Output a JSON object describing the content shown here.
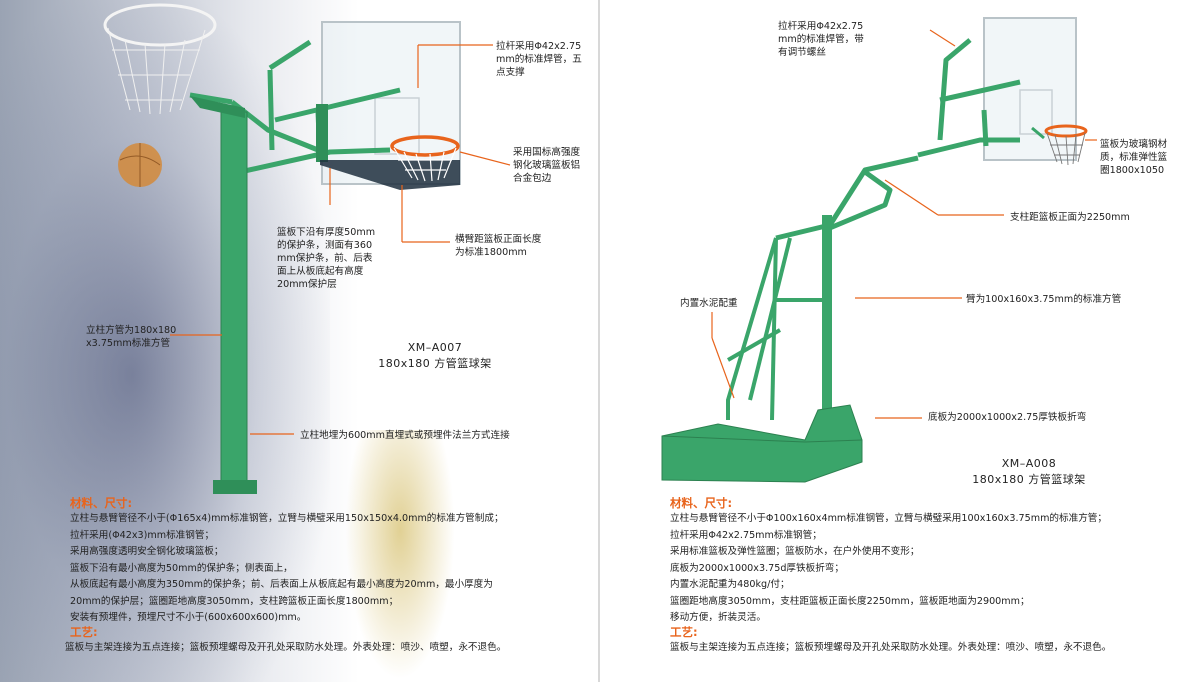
{
  "left": {
    "callouts": {
      "pull_rod": "拉杆采用Φ42x2.75\nmm的标准焊管，五\n点支撑",
      "glass": "采用国标高强度\n钢化玻璃篮板铝\n合金包边",
      "protect": "篮板下沿有厚度50mm\n的保护条，测面有360\nmm保护条，前、后表\n面上从板底起有高度\n20mm保护层",
      "arm": "横臂距篮板正面长度\n为标准1800mm",
      "post": "立柱方管为180x180\nx3.75mm标准方管",
      "embed": "立柱地埋为600mm直埋式或预埋件法兰方式连接"
    },
    "model": {
      "code": "XM–A007",
      "name": "180x180 方管篮球架"
    },
    "materials_title": "材料、尺寸:",
    "materials": [
      "立柱与悬臂管径不小于(Φ165x4)mm标准钢管，立臂与横璧采用150x150x4.0mm的标准方管制成；",
      "拉杆采用(Φ42x3)mm标准钢管；",
      "采用高强度透明安全钢化玻璃篮板；",
      "篮板下沿有最小高度为50mm的保护条；侧表面上，",
      "从板底起有最小高度为350mm的保护条；前、后表面上从板底起有最小高度为20mm，最小厚度为",
      "20mm的保护层；篮圈距地高度3050mm，支柱跨篮板正面长度1800mm；",
      "安装有预埋件，预埋尺寸不小于(600x600x600)mm。"
    ],
    "process_title": "工艺:",
    "process": [
      "篮板与主架连接为五点连接；篮板预埋螺母及开孔处采取防水处理。外表处理：喷沙、喷塑，永不退色。"
    ]
  },
  "right": {
    "callouts": {
      "pull_rod": "拉杆采用Φ42x2.75\nmm的标准焊管，带\n有调节螺丝",
      "board": "篮板为玻璃钢材\n质，标准弹性篮\n圈1800x1050",
      "post_distance": "支柱距篮板正面为2250mm",
      "counterweight": "内置水泥配重",
      "arm": "臂为100x160x3.75mm的标准方管",
      "base": "底板为2000x1000x2.75厚铁板折弯"
    },
    "model": {
      "code": "XM–A008",
      "name": "180x180 方管篮球架"
    },
    "materials_title": "材料、尺寸:",
    "materials": [
      "立柱与悬臂管径不小于Φ100x160x4mm标准钢管，立臂与横璧采用100x160x3.75mm的标准方管；",
      "拉杆采用Φ42x2.75mm标准钢管；",
      "采用标准篮板及弹性篮圈；篮板防水，在户外使用不变形；",
      "底板为2000x1000x3.75d厚铁板折弯；",
      "内置水泥配重为480kg/付；",
      "篮圈距地高度3050mm，支柱距篮板正面长度2250mm，篮板距地面为2900mm；",
      "移动方便，折装灵活。"
    ],
    "process_title": "工艺:",
    "process": [
      "篮板与主架连接为五点连接；篮板预埋螺母及开孔处采取防水处理。外表处理：喷沙、喷塑，永不退色。"
    ]
  },
  "colors": {
    "frame_green": "#3aa56a",
    "accent_orange": "#e8641c",
    "rim_orange": "#e8641c"
  }
}
